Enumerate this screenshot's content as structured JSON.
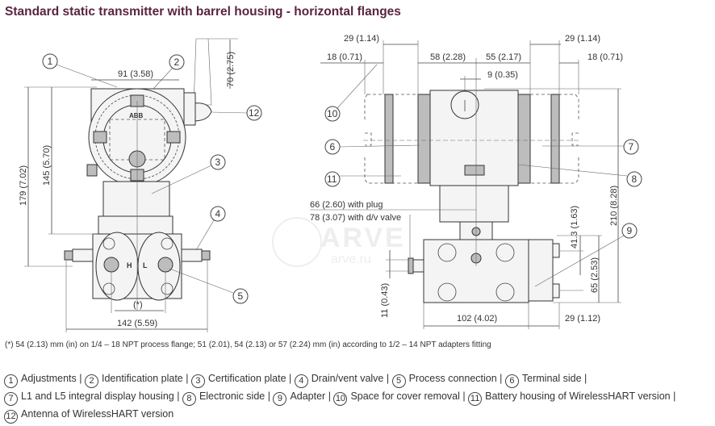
{
  "title": "Standard static transmitter with barrel housing - horizontal flanges",
  "watermark": {
    "brand": "ARVE",
    "site": "arve.ru"
  },
  "front_view": {
    "logo": "ABB",
    "marks": {
      "h": "H",
      "l": "L"
    },
    "dimensions": {
      "width_top": "91 (3.58)",
      "antenna_height": "70 (2.75)",
      "total_height": "179 (7.02)",
      "height_to_flange": "145 (5.70)",
      "flange_width": "142 (5.59)",
      "process_spacing": "(*)"
    },
    "callouts": [
      "1",
      "2",
      "3",
      "4",
      "5",
      "12"
    ]
  },
  "side_view": {
    "dimensions": {
      "left_cover_removal": "29 (1.14)",
      "right_cover_removal": "29 (1.14)",
      "left_offset": "18 (0.71)",
      "right_offset": "18 (0.71)",
      "left_half": "58 (2.28)",
      "right_half": "55 (2.17)",
      "plug_offset": "9 (0.35)",
      "total_height": "210 (8.28)",
      "adapter_center": "41.3 (1.63)",
      "adapter_spacing": "65 (2.53)",
      "valve_offset": "11 (0.43)",
      "body_width": "102 (4.02)",
      "adapter_width": "29 (1.12)",
      "with_plug": "66 (2.60) with plug",
      "with_valve": "78 (3.07) with d/v valve"
    },
    "callouts": [
      "10",
      "6",
      "11",
      "7",
      "8",
      "9"
    ]
  },
  "footnote": "(*)  54 (2.13) mm (in) on 1/4 – 18 NPT process flange; 51 (2.01), 54 (2.13) or 57 (2.24) mm (in) according to 1/2 – 14 NPT adapters fitting",
  "legend": [
    {
      "num": "1",
      "label": "Adjustments |"
    },
    {
      "num": "2",
      "label": "Identification plate |"
    },
    {
      "num": "3",
      "label": "Certification plate |"
    },
    {
      "num": "4",
      "label": "Drain/vent valve |"
    },
    {
      "num": "5",
      "label": "Process connection |"
    },
    {
      "num": "6",
      "label": "Terminal side |"
    },
    {
      "num": "7",
      "label": "L1 and L5 integral display housing |"
    },
    {
      "num": "8",
      "label": "Electronic side |"
    },
    {
      "num": "9",
      "label": "Adapter |"
    },
    {
      "num": "10",
      "label": "Space for cover removal |"
    },
    {
      "num": "11",
      "label": "Battery housing of WirelessHART version |"
    },
    {
      "num": "12",
      "label": "Antenna of WirelessHART version"
    }
  ],
  "colors": {
    "title": "#5a2440",
    "line": "#333333"
  }
}
